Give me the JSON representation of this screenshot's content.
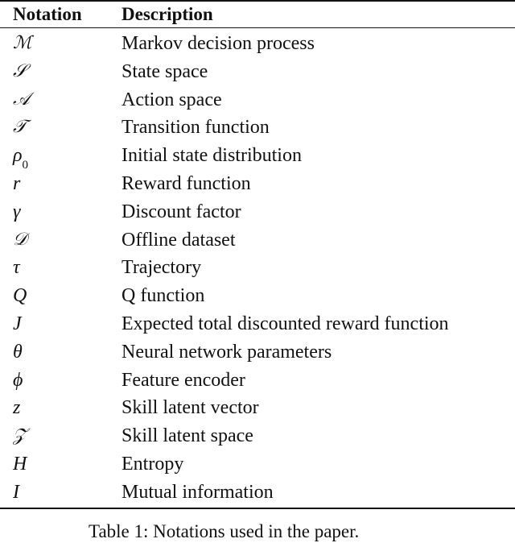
{
  "table": {
    "headers": {
      "notation": "Notation",
      "description": "Description"
    },
    "rows": [
      {
        "symbol": "ℳ",
        "desc": "Markov decision process"
      },
      {
        "symbol": "𝒮",
        "desc": "State space"
      },
      {
        "symbol": "𝒜",
        "desc": "Action space"
      },
      {
        "symbol": "𝒯",
        "desc": "Transition function"
      },
      {
        "symbol": "ρ",
        "sub": "0",
        "desc": "Initial state distribution"
      },
      {
        "symbol": "r",
        "desc": "Reward function"
      },
      {
        "symbol": "γ",
        "desc": "Discount factor"
      },
      {
        "symbol": "𝒟",
        "desc": "Offline dataset"
      },
      {
        "symbol": "τ",
        "desc": "Trajectory"
      },
      {
        "symbol": "Q",
        "desc": "Q function"
      },
      {
        "symbol": "J",
        "desc": "Expected total discounted reward function"
      },
      {
        "symbol": "θ",
        "desc": "Neural network parameters"
      },
      {
        "symbol": "ϕ",
        "desc": "Feature encoder"
      },
      {
        "symbol": "z",
        "desc": "Skill latent vector"
      },
      {
        "symbol": "𝒵",
        "desc": "Skill latent space"
      },
      {
        "symbol": "H",
        "desc": "Entropy"
      },
      {
        "symbol": "I",
        "desc": "Mutual information"
      }
    ]
  },
  "caption": "Table 1: Notations used in the paper."
}
